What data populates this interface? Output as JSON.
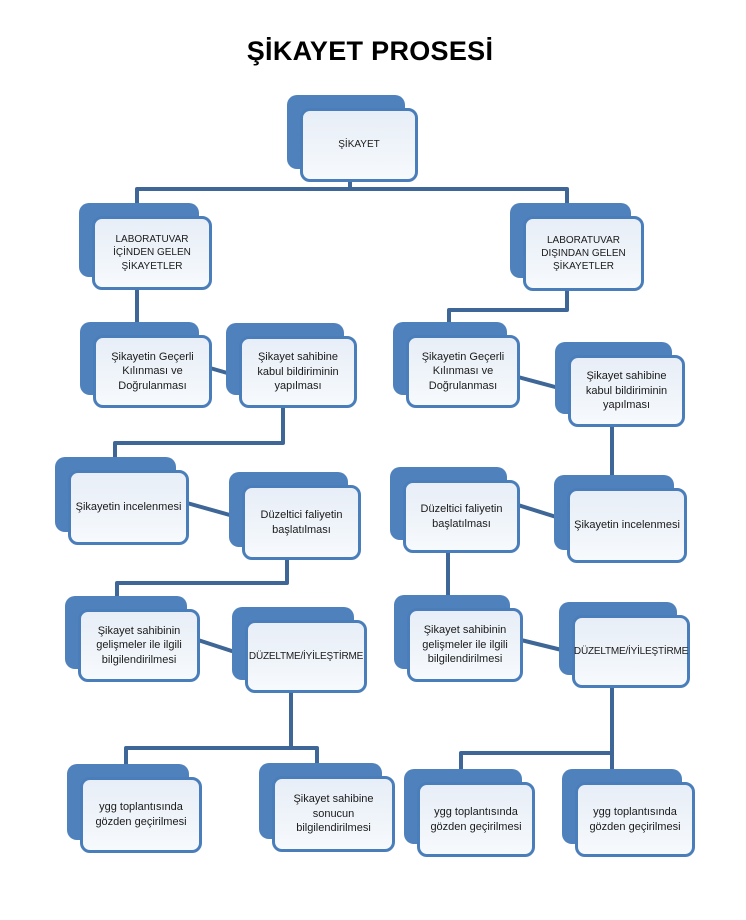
{
  "title": "ŞİKAYET PROSESİ",
  "colors": {
    "accent": "#4f81bd",
    "border_color": "#4a7ebb",
    "connector_color": "#3e6696",
    "title_color": "#000000",
    "face_fill": "#edf2f9"
  },
  "nodes": {
    "sikayet": {
      "label": "ŞİKAYET"
    },
    "lab_icinden": {
      "label": "LABORATUVAR İÇİNDEN GELEN ŞİKAYETLER"
    },
    "lab_disindan": {
      "label": "LABORATUVAR DIŞINDAN GELEN ŞİKAYETLER"
    },
    "l_gecerli": {
      "label": "Şikayetin Geçerli Kılınması ve Doğrulanması"
    },
    "l_kabul": {
      "label": "Şikayet sahibine kabul bildiriminin yapılması"
    },
    "l_inceleme": {
      "label": "Şikayetin incelenmesi"
    },
    "l_duzeltici": {
      "label": "Düzeltici faliyetin başlatılması"
    },
    "l_bilgi": {
      "label": "Şikayet sahibinin gelişmeler ile ilgili bilgilendirilmesi"
    },
    "l_duzeltme": {
      "label": "DÜZELTME/İYİLEŞTİRME"
    },
    "l_ygg": {
      "label": "ygg toplantısında gözden geçirilmesi"
    },
    "l_sonuc": {
      "label": "Şikayet sahibine sonucun bilgilendirilmesi"
    },
    "r_gecerli": {
      "label": "Şikayetin Geçerli Kılınması ve Doğrulanması"
    },
    "r_kabul": {
      "label": "Şikayet sahibine kabul bildiriminin yapılması"
    },
    "r_duzeltici": {
      "label": "Düzeltici faliyetin başlatılması"
    },
    "r_inceleme": {
      "label": "Şikayetin incelenmesi"
    },
    "r_bilgi": {
      "label": "Şikayet sahibinin gelişmeler ile ilgili bilgilendirilmesi"
    },
    "r_duzeltme": {
      "label": "DÜZELTME/İYİLEŞTİRME"
    },
    "r_ygg1": {
      "label": "ygg toplantısında gözden geçirilmesi"
    },
    "r_ygg2": {
      "label": "ygg toplantısında gözden geçirilmesi"
    }
  }
}
